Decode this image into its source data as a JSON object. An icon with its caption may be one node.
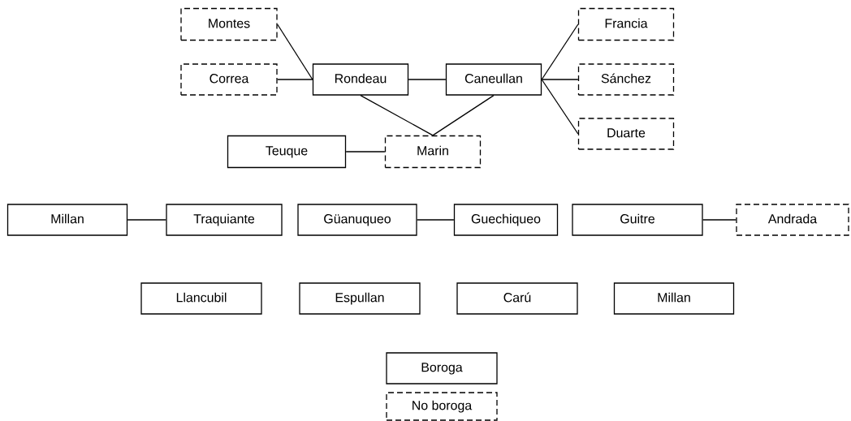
{
  "diagram": {
    "nodes": [
      {
        "text": [
          "Montes"
        ]
      },
      {
        "text": [
          "Francia"
        ]
      },
      {
        "text": [
          "Correa"
        ]
      },
      {
        "text": [
          "Rondeau"
        ]
      },
      {
        "text": [
          "Caneullan"
        ]
      },
      {
        "text": [
          "Sánchez"
        ]
      },
      {
        "text": [
          "Duarte"
        ]
      },
      {
        "text": [
          "Teuque"
        ]
      },
      {
        "text": [
          "Marin"
        ]
      },
      {
        "text": [
          "Millan"
        ]
      },
      {
        "text": [
          "Traquiante"
        ]
      },
      {
        "text": [
          "Güanuqueo"
        ]
      },
      {
        "text": [
          "Guechiqueo"
        ]
      },
      {
        "text": [
          "Guitre"
        ]
      },
      {
        "text": [
          "Andrada"
        ]
      },
      {
        "text": [
          "Llancubil"
        ]
      },
      {
        "text": [
          "Espullan"
        ]
      },
      {
        "text": [
          "Carú"
        ]
      },
      {
        "text": [
          "Millan"
        ]
      }
    ],
    "edges": [
      {
        "from": 0,
        "to": 3,
        "arrow": "none"
      },
      {
        "from": 2,
        "to": 3,
        "arrow": "none"
      },
      {
        "from": 3,
        "to": 4,
        "arrow": "none"
      },
      {
        "from": 4,
        "to": 1,
        "arrow": "none"
      },
      {
        "from": 4,
        "to": 5,
        "arrow": "none"
      },
      {
        "from": 4,
        "to": 6,
        "arrow": "none"
      },
      {
        "from": 3,
        "to": 8,
        "arrow": "none"
      },
      {
        "from": 4,
        "to": 8,
        "arrow": "none"
      },
      {
        "from": 7,
        "to": 8,
        "arrow": "none"
      },
      {
        "from": 9,
        "to": 10,
        "arrow": "none"
      },
      {
        "from": 11,
        "to": 12,
        "arrow": "none"
      },
      {
        "from": 13,
        "to": 14,
        "arrow": "none"
      }
    ],
    "legend": [
      {
        "text": "Boroga"
      },
      {
        "text": "No boroga"
      }
    ]
  }
}
